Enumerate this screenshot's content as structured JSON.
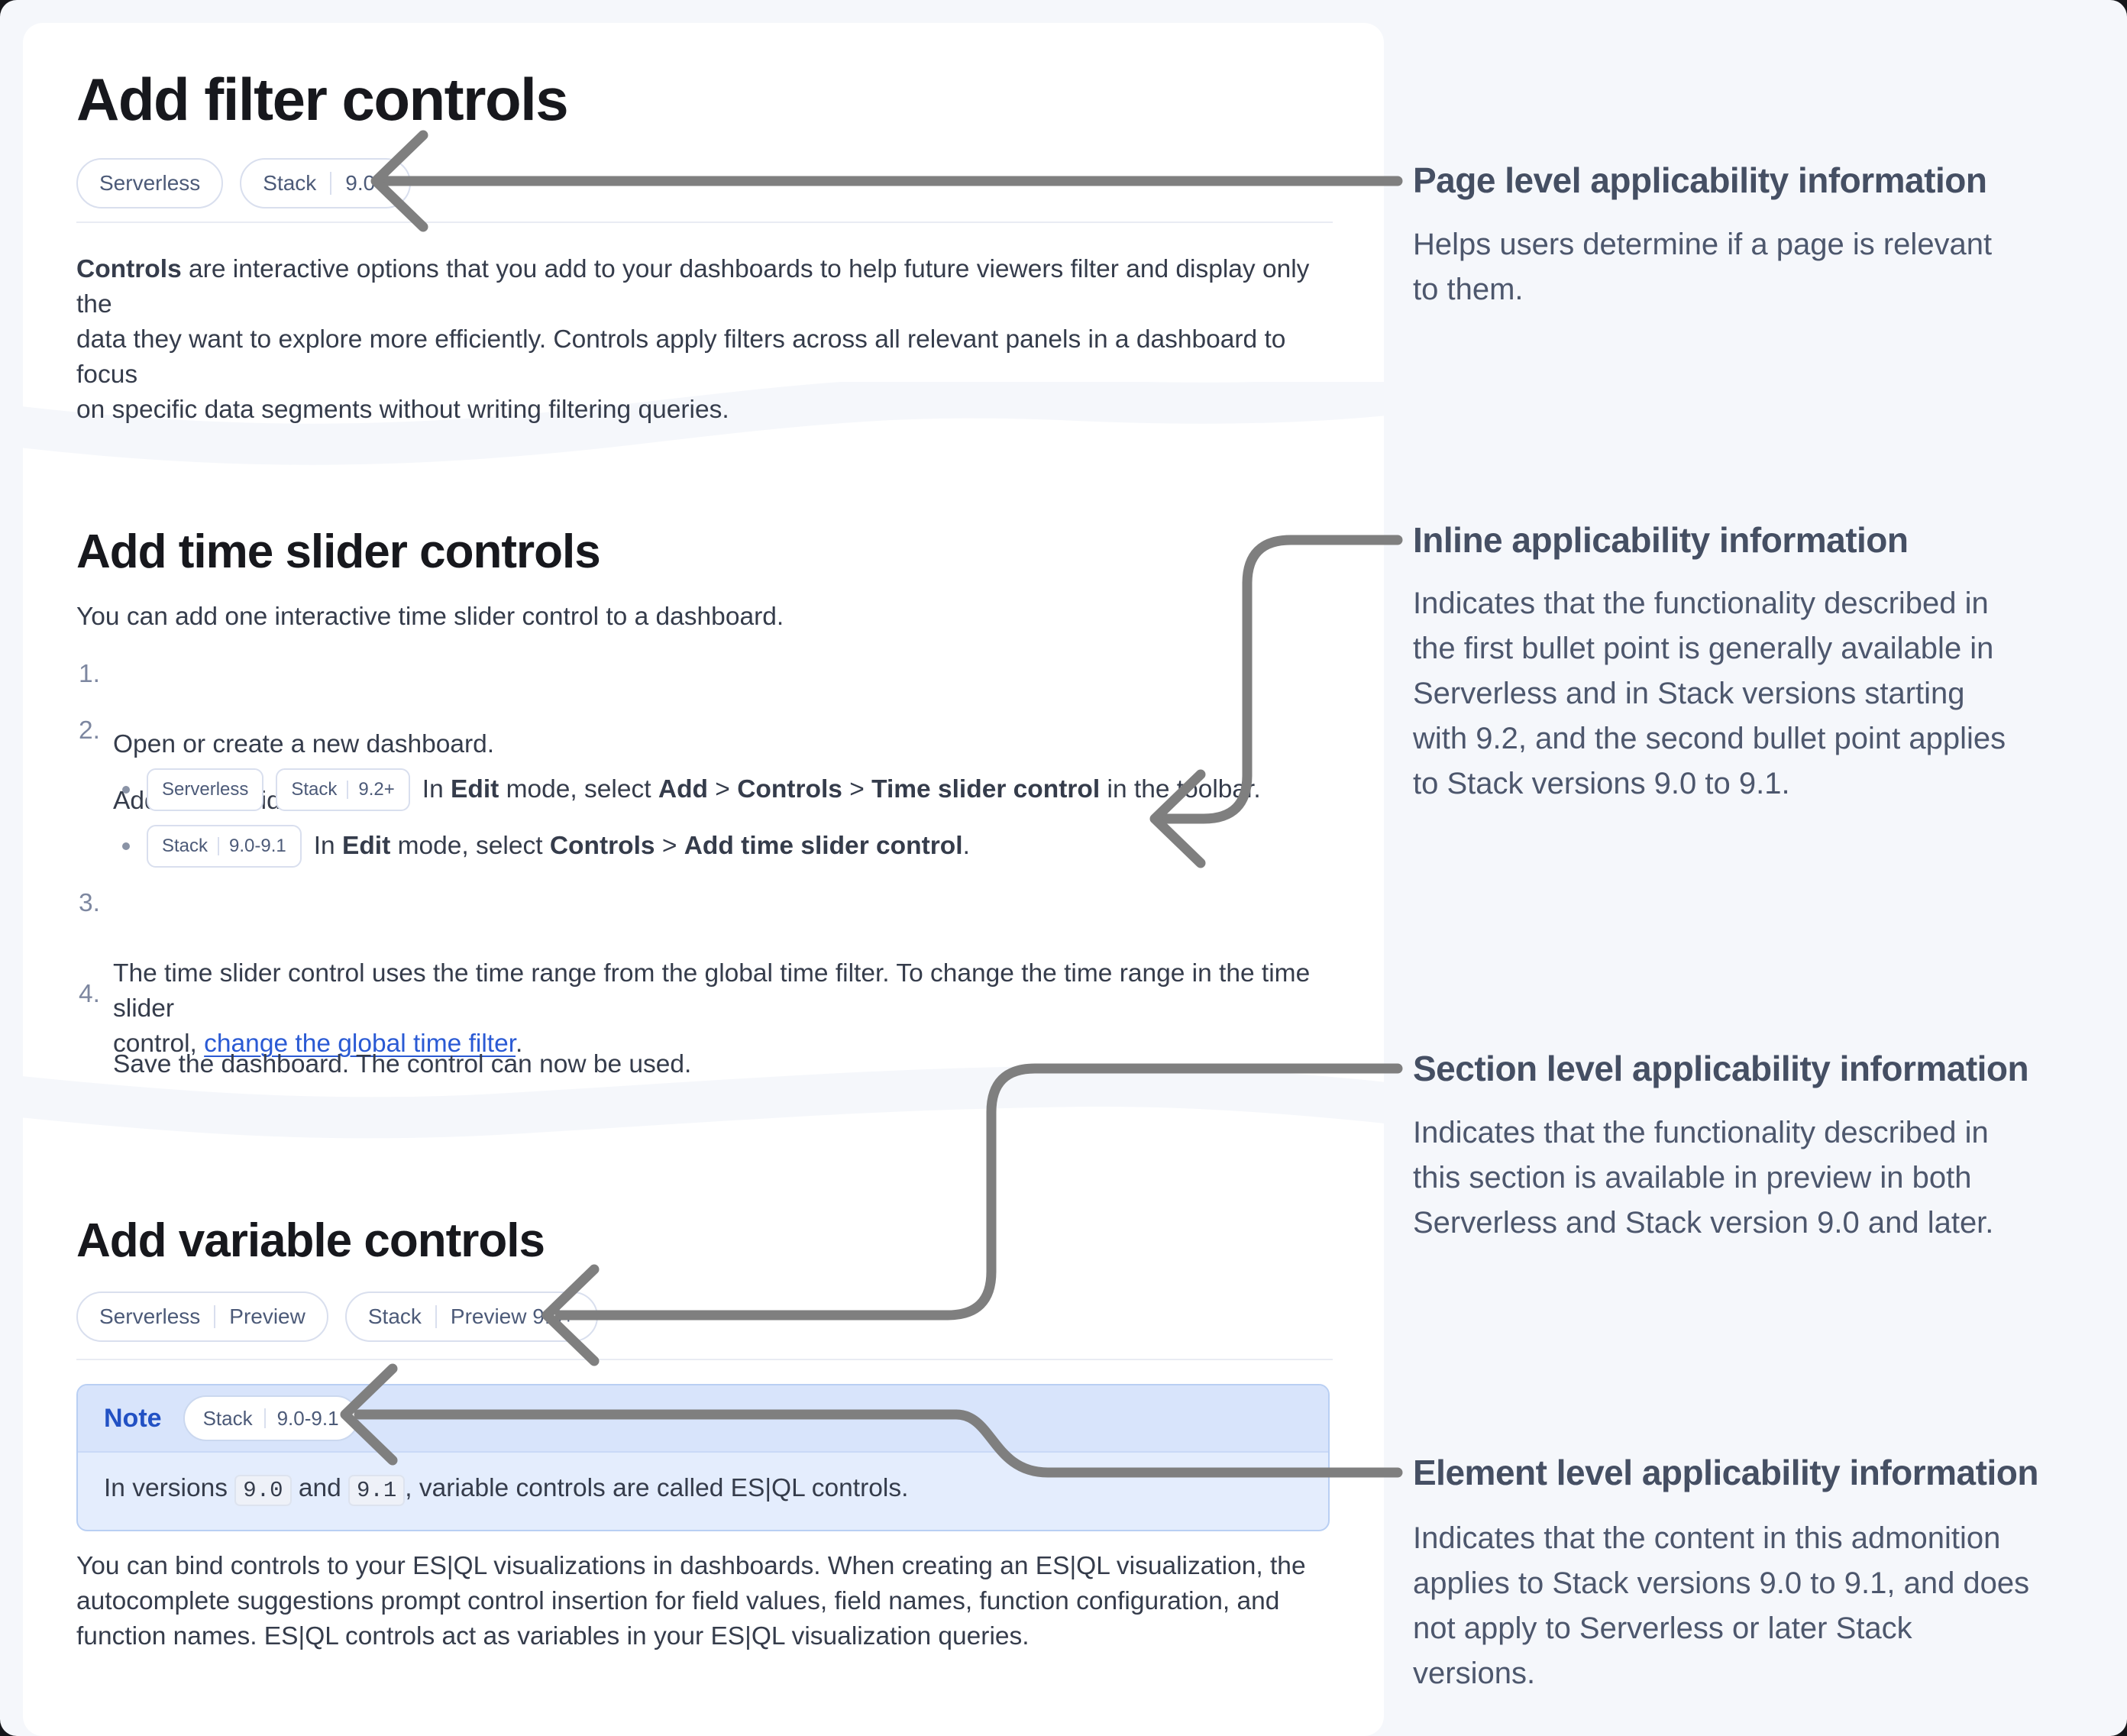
{
  "theme": {
    "page_bg": "#f5f7fb",
    "card_bg": "#ffffff",
    "heading_color": "#17181d",
    "body_color": "#353c4b",
    "marker_color": "#7d87a0",
    "annotation_title_color": "#454f63",
    "annotation_body_color": "#4d576d",
    "badge_text_color": "#4c5a78",
    "badge_border_color": "#d9dfee",
    "link_color": "#2a5ad4",
    "note_title_color": "#2251c4",
    "admonition_border": "#b9cff3",
    "admonition_header_bg": "#d8e4fb",
    "admonition_body_bg": "#e4edfd",
    "code_bg": "#eef1f8",
    "arrow_color": "#7f7f7f"
  },
  "cards": {
    "filter": {
      "title": "Add filter controls",
      "badges": [
        {
          "segments": [
            "Serverless"
          ]
        },
        {
          "segments": [
            "Stack",
            "9.0+"
          ]
        }
      ],
      "intro": [
        {
          "t": "Controls",
          "s": "bold"
        },
        {
          "t": " are interactive options that you add to your dashboards to help future viewers filter and display only the\ndata they want to explore more efficiently. Controls apply filters across all relevant panels in a dashboard to focus\non specific data segments without writing filtering queries."
        }
      ]
    },
    "time_slider": {
      "title": "Add time slider controls",
      "intro": "You can add one interactive time slider control to a dashboard.",
      "steps": [
        {
          "marker": "1.",
          "text": [
            {
              "t": "Open or create a new dashboard."
            }
          ]
        },
        {
          "marker": "2.",
          "text": [
            {
              "t": "Add a time slider control."
            }
          ]
        },
        {
          "marker": "3.",
          "text": [
            {
              "t": "The time slider control uses the time range from the global time filter. To change the time range in the time slider\ncontrol, "
            },
            {
              "t": "change the global time filter",
              "s": "link"
            },
            {
              "t": "."
            }
          ]
        },
        {
          "marker": "4.",
          "text": [
            {
              "t": "Save the dashboard. The control can now be used."
            }
          ]
        }
      ],
      "sub_bullets": [
        {
          "badges": [
            {
              "segments": [
                "Serverless"
              ]
            },
            {
              "segments": [
                "Stack",
                "9.2+"
              ]
            }
          ],
          "text": [
            {
              "t": "In "
            },
            {
              "t": "Edit",
              "s": "bold"
            },
            {
              "t": " mode, select "
            },
            {
              "t": "Add",
              "s": "bold"
            },
            {
              "t": " > "
            },
            {
              "t": "Controls",
              "s": "bold"
            },
            {
              "t": " > "
            },
            {
              "t": "Time slider control",
              "s": "bold"
            },
            {
              "t": " in the toolbar."
            }
          ]
        },
        {
          "badges": [
            {
              "segments": [
                "Stack",
                "9.0-9.1"
              ]
            }
          ],
          "text": [
            {
              "t": "In "
            },
            {
              "t": "Edit",
              "s": "bold"
            },
            {
              "t": " mode, select "
            },
            {
              "t": "Controls",
              "s": "bold"
            },
            {
              "t": " > "
            },
            {
              "t": "Add time slider control",
              "s": "bold"
            },
            {
              "t": "."
            }
          ]
        }
      ]
    },
    "variable": {
      "title": "Add variable controls",
      "badges": [
        {
          "segments": [
            "Serverless",
            "Preview"
          ]
        },
        {
          "segments": [
            "Stack",
            "Preview 9.0+"
          ]
        }
      ],
      "note": {
        "label": "Note",
        "badge": {
          "segments": [
            "Stack",
            "9.0-9.1"
          ]
        },
        "body": [
          {
            "t": "In versions "
          },
          {
            "t": "9.0",
            "s": "code"
          },
          {
            "t": " and "
          },
          {
            "t": "9.1",
            "s": "code"
          },
          {
            "t": ", variable controls are called ES|QL controls."
          }
        ]
      },
      "paragraph": "You can bind controls to your ES|QL visualizations in dashboards. When creating an ES|QL visualization, the\nautocomplete suggestions prompt control insertion for field values, field names, function configuration, and\nfunction names. ES|QL controls act as variables in your ES|QL visualization queries."
    }
  },
  "annotations": [
    {
      "title": "Page level applicability information",
      "body": "Helps users determine if a page is relevant\nto them."
    },
    {
      "title": "Inline applicability information",
      "body": "Indicates that the functionality described in\nthe first bullet point is generally available in\nServerless and in Stack versions starting\nwith 9.2, and the second bullet point applies\nto Stack versions 9.0 to 9.1."
    },
    {
      "title": "Section level applicability information",
      "body": "Indicates that the functionality described in\nthis section is available in preview in both\nServerless and Stack version 9.0 and later."
    },
    {
      "title": "Element level applicability information",
      "body": "Indicates that the content in this admonition\napplies to Stack versions 9.0 to 9.1, and does\nnot apply to Serverless or later Stack\nversions."
    }
  ]
}
